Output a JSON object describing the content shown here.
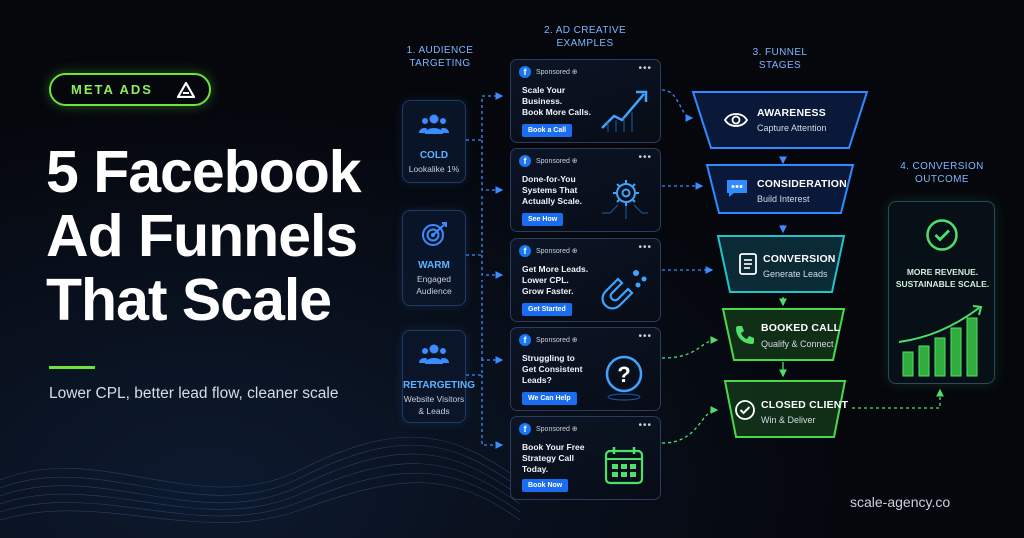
{
  "badge": {
    "label": "META ADS"
  },
  "hero": {
    "title_lines": [
      "5 Facebook",
      "Ad Funnels",
      "That Scale"
    ],
    "subtitle": "Lower CPL, better lead flow, cleaner scale"
  },
  "sections": {
    "audience": [
      "1. AUDIENCE",
      "TARGETING"
    ],
    "creative": [
      "2. AD CREATIVE",
      "EXAMPLES"
    ],
    "funnel": [
      "3. FUNNEL",
      "STAGES"
    ],
    "outcome": [
      "4. CONVERSION",
      "OUTCOME"
    ]
  },
  "audiences": [
    {
      "title": "COLD",
      "subtitle": "Lookalike 1%",
      "icon": "users-icon"
    },
    {
      "title": "WARM",
      "subtitle_lines": [
        "Engaged",
        "Audience"
      ],
      "icon": "target-icon"
    },
    {
      "title": "RETARGETING",
      "subtitle_lines": [
        "Website Visitors",
        "& Leads"
      ],
      "icon": "users-icon"
    }
  ],
  "ads": [
    {
      "sponsored": "Sponsored ⊕",
      "lines": [
        "Scale Your",
        "Business.",
        "Book More Calls."
      ],
      "cta": "Book a Call",
      "art": "growth-arrow-icon"
    },
    {
      "sponsored": "Sponsored ⊕",
      "lines": [
        "Done-for-You",
        "Systems That",
        "Actually Scale."
      ],
      "cta": "See How",
      "art": "gear-circuit-icon"
    },
    {
      "sponsored": "Sponsored ⊕",
      "lines": [
        "Get More Leads.",
        "Lower CPL.",
        "Grow Faster."
      ],
      "cta": "Get Started",
      "art": "magnet-icon"
    },
    {
      "sponsored": "Sponsored ⊕",
      "lines": [
        "Struggling to",
        "Get Consistent",
        "Leads?"
      ],
      "cta": "We Can Help",
      "art": "question-icon"
    },
    {
      "sponsored": "Sponsored ⊕",
      "lines": [
        "Book Your Free",
        "Strategy Call",
        "Today."
      ],
      "cta": "Book Now",
      "art": "calendar-icon"
    }
  ],
  "stages": [
    {
      "label": "AWARENESS",
      "sub": "Capture Attention",
      "icon": "eye-icon",
      "color": "#2f8bff"
    },
    {
      "label": "CONSIDERATION",
      "sub": "Build Interest",
      "icon": "chat-icon",
      "color": "#2f8bff"
    },
    {
      "label": "CONVERSION",
      "sub": "Generate Leads",
      "icon": "document-icon",
      "color": "#22c3c9"
    },
    {
      "label": "BOOKED CALL",
      "sub": "Qualify & Connect",
      "icon": "phone-icon",
      "color": "#49d84a"
    },
    {
      "label": "CLOSED CLIENT",
      "sub": "Win & Deliver",
      "icon": "check-circle-icon",
      "color": "#49d84a"
    }
  ],
  "outcome": {
    "lines": [
      "MORE REVENUE.",
      "SUSTAINABLE SCALE."
    ],
    "icon": "check-circle-icon",
    "accent": "#4fe06a"
  },
  "footer": {
    "site": "scale-agency.co"
  },
  "colors": {
    "accent_green": "#6ee33a",
    "accent_blue": "#2f8bff",
    "background": "#05070d"
  }
}
